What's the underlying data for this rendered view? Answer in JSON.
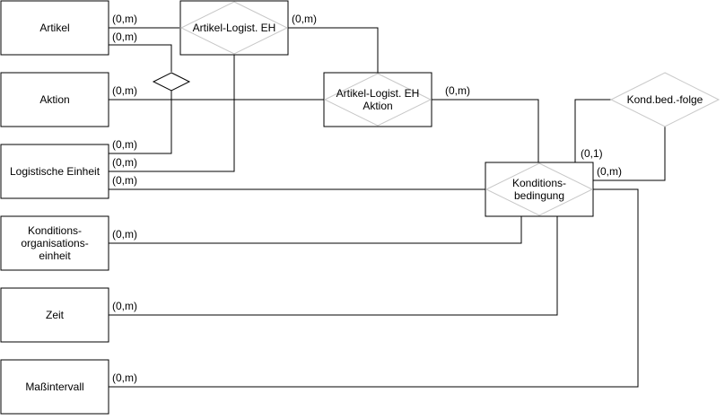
{
  "entities": {
    "artikel": "Artikel",
    "aktion": "Aktion",
    "logistische_einheit": "Logistische Einheit",
    "konditionsorganisationseinheit": [
      "Konditions-",
      "organisations-",
      "einheit"
    ],
    "zeit": "Zeit",
    "massintervall": "Maßintervall"
  },
  "relationships": {
    "artikel_logist_eh": "Artikel-Logist. EH",
    "artikel_logist_eh_aktion": [
      "Artikel-Logist. EH",
      "Aktion"
    ],
    "konditionsbedingung": [
      "Konditions-",
      "bedingung"
    ],
    "kond_bed_folge": "Kond.bed.-folge"
  },
  "cardinalities": {
    "artikel_to_ale": "(0,m)",
    "artikel_to_diamond": "(0,m)",
    "ale_to_alea": "(0,m)",
    "aktion_to_alea": "(0,m)",
    "le_to_diamond": "(0,m)",
    "le_to_ale": "(0,m)",
    "le_to_kb": "(0,m)",
    "alea_to_kb": "(0,m)",
    "kb_folge_1": "(0,1)",
    "kb_folge_m": "(0,m)",
    "koe_to_kb": "(0,m)",
    "zeit_to_kb": "(0,m)",
    "mass_to_kb": "(0,m)"
  }
}
